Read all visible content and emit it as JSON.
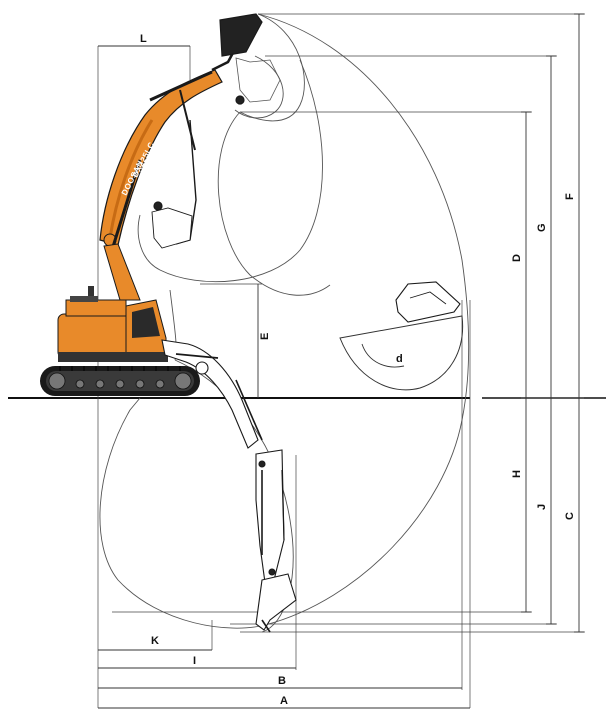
{
  "diagram": {
    "brand_label": "DOOSAN",
    "model_label": "DX225LC",
    "colors": {
      "boom_orange": "#e88a2a",
      "boom_shadow": "#c76b14",
      "track_dark": "#222222",
      "outline": "#1a1a1a",
      "reach_line": "#555555"
    },
    "dimensions": {
      "A": "A",
      "B": "B",
      "I": "I",
      "K": "K",
      "L": "L",
      "C": "C",
      "D": "D",
      "E": "E",
      "F": "F",
      "G": "G",
      "H": "H",
      "J": "J",
      "d": "d"
    }
  }
}
